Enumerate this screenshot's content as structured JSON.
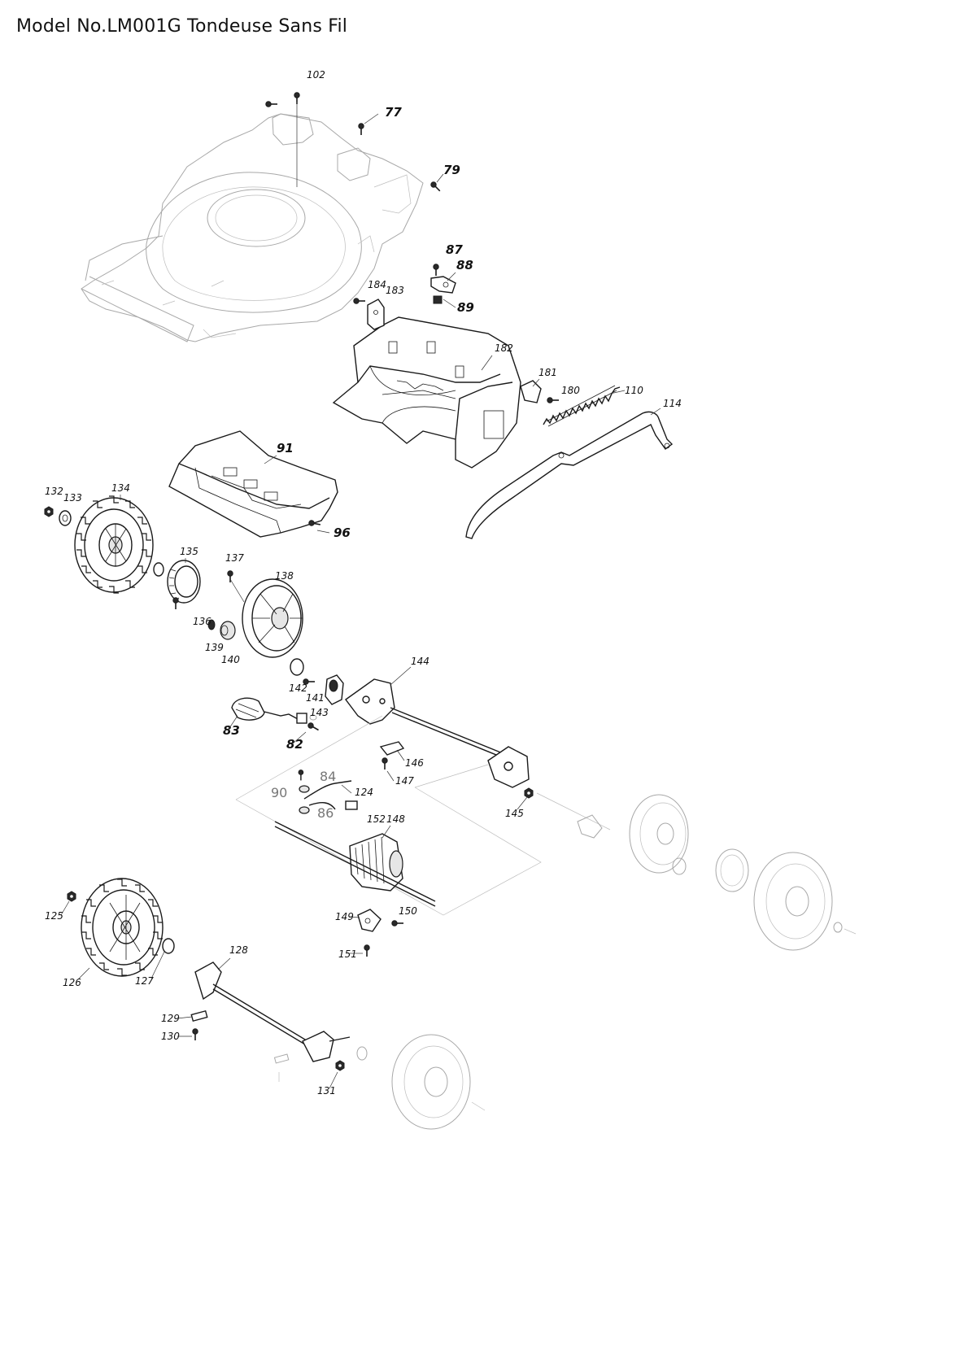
{
  "title": "Model No.LM001G Tondeuse Sans Fil",
  "callouts": {
    "c102": "102",
    "c77": "77",
    "c79": "79",
    "c87": "87",
    "c88": "88",
    "c89": "89",
    "c184": "184",
    "c183": "183",
    "c182": "182",
    "c181": "181",
    "c180": "180",
    "c110": "110",
    "c114": "114",
    "c91": "91",
    "c96": "96",
    "c132": "132",
    "c133": "133",
    "c134": "134",
    "c135": "135",
    "c136": "136",
    "c137": "137",
    "c138": "138",
    "c139": "139",
    "c140": "140",
    "c141": "141",
    "c142": "142",
    "c143": "143",
    "c144": "144",
    "c83": "83",
    "c82": "82",
    "c146": "146",
    "c147": "147",
    "c84": "84",
    "c90": "90",
    "c124": "124",
    "c86": "86",
    "c152": "152",
    "c148": "148",
    "c145": "145",
    "c149": "149",
    "c150": "150",
    "c151": "151",
    "c125": "125",
    "c126": "126",
    "c127": "127",
    "c128": "128",
    "c129": "129",
    "c130": "130",
    "c131": "131"
  },
  "icons": {
    "screw": "screw-icon",
    "wheel": "wheel-icon",
    "motor": "motor-icon"
  },
  "colors": {
    "line": "#1a1a1a",
    "ghost": "#a8a8a8",
    "grey_label": "#777777"
  }
}
